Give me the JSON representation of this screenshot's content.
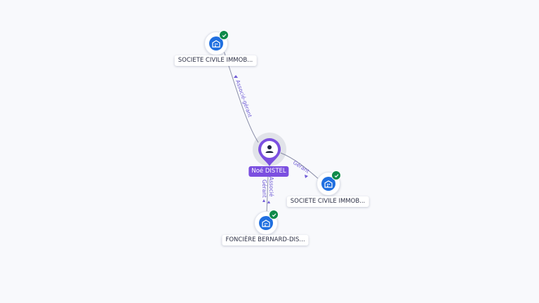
{
  "graph": {
    "person": {
      "name": "Noé DISTEL",
      "icon": "person-icon",
      "color": "#7b4fe0"
    },
    "companies": [
      {
        "id": "c1",
        "name": "SOCIETE CIVILE IMMOB...",
        "icon": "building-icon",
        "status_icon": "check-icon"
      },
      {
        "id": "c2",
        "name": "SOCIETE CIVILE IMMOB...",
        "icon": "building-icon",
        "status_icon": "check-icon"
      },
      {
        "id": "c3",
        "name": "FONCIÈRE BERNARD-DIS...",
        "icon": "building-icon",
        "status_icon": "check-icon"
      }
    ],
    "relations": [
      {
        "to": "c1",
        "labels": [
          "Associé-gérant"
        ]
      },
      {
        "to": "c2",
        "labels": [
          "Gérant"
        ]
      },
      {
        "to": "c3",
        "labels": [
          "Gérant",
          "Associé"
        ]
      }
    ],
    "colors": {
      "company": "#1f6fe0",
      "verified": "#0f8a4a",
      "relation": "#6f5bd6"
    }
  }
}
